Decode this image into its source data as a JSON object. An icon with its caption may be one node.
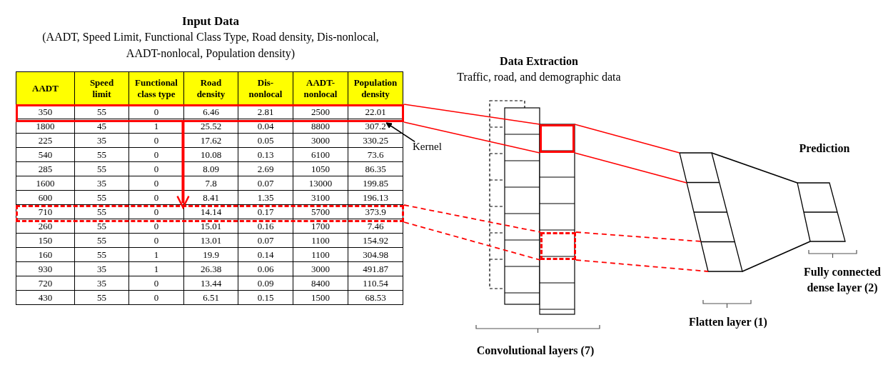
{
  "diagram": {
    "nodes": [
      {
        "text": [],
        "shape": "box"
      },
      {
        "text": [
          "Kernel"
        ]
      },
      {
        "text": [],
        "shape": "box"
      },
      {
        "text": [],
        "shape": "picture",
        "beside": [
          "Convolutional layers (7)"
        ]
      },
      {
        "text": [],
        "shape": "box",
        "in": 3
      },
      {
        "text": [],
        "shape": "box",
        "in": 3
      },
      {
        "text": [],
        "shape": "picture",
        "beside": [
          "Flatten layer (1)"
        ]
      },
      {
        "text": [],
        "shape": "picture",
        "beside": [
          "Fully connected dense layer (2)"
        ]
      }
    ],
    "edges": [
      {
        "from": 0,
        "to": 2,
        "arrow": "to",
        "style": "thick"
      },
      {
        "from": 1,
        "to": 0,
        "arrow": "to",
        "color": "#000000"
      },
      {
        "from": 0,
        "to": 4,
        "arrow": "none"
      },
      {
        "from": 0,
        "to": 4,
        "arrow": "none"
      },
      {
        "from": 4,
        "to": 6,
        "arrow": "none"
      },
      {
        "from": 4,
        "to": 6,
        "arrow": "none"
      },
      {
        "from": 2,
        "to": 5,
        "arrow": "none",
        "style": "dashed"
      },
      {
        "from": 2,
        "to": 5,
        "arrow": "none",
        "style": "dashed"
      },
      {
        "from": 5,
        "to": 6,
        "arrow": "none",
        "style": "dashed"
      },
      {
        "from": 5,
        "to": 6,
        "arrow": "none",
        "style": "dashed"
      },
      {
        "from": 6,
        "to": 7,
        "arrow": "none",
        "color": "#000000"
      },
      {
        "from": 6,
        "to": 7,
        "arrow": "none",
        "color": "#000000"
      }
    ],
    "labels": [
      "Input Data",
      "(AADT, Speed Limit, Functional Class Type, Road density, Dis-nonlocal, AADT-nonlocal, Population density)",
      "Data Extraction",
      "Traffic, road, and demographic data",
      "AADT",
      "Speed limit",
      "Functional class type",
      "Road density",
      "Dis-nonlocal",
      "AADT-nonlocal",
      "Population density",
      "350",
      "55",
      "0",
      "6.46",
      "2.81",
      "2500",
      "22.01",
      "1800",
      "45",
      "1",
      "25.52",
      "0.04",
      "8800",
      "307.2",
      "225",
      "35",
      "0",
      "17.62",
      "0.05",
      "3000",
      "330.25",
      "540",
      "55",
      "0",
      "10.08",
      "0.13",
      "6100",
      "73.6",
      "285",
      "55",
      "0",
      "8.09",
      "2.69",
      "1050",
      "86.35",
      "1600",
      "35",
      "0",
      "7.8",
      "0.07",
      "13000",
      "199.85",
      "600",
      "55",
      "0",
      "8.41",
      "1.35",
      "3100",
      "196.13",
      "710",
      "55",
      "0",
      "14.14",
      "0.17",
      "5700",
      "373.9",
      "260",
      "55",
      "0",
      "15.01",
      "0.16",
      "1700",
      "7.46",
      "150",
      "55",
      "0",
      "13.01",
      "0.07",
      "1100",
      "154.92",
      "160",
      "55",
      "1",
      "19.9",
      "0.14",
      "1100",
      "304.98",
      "930",
      "35",
      "1",
      "26.38",
      "0.06",
      "3000",
      "491.87",
      "720",
      "35",
      "0",
      "13.44",
      "0.09",
      "8400",
      "110.54",
      "430",
      "55",
      "0",
      "6.51",
      "0.15",
      "1500",
      "68.53",
      "Prediction"
    ]
  }
}
